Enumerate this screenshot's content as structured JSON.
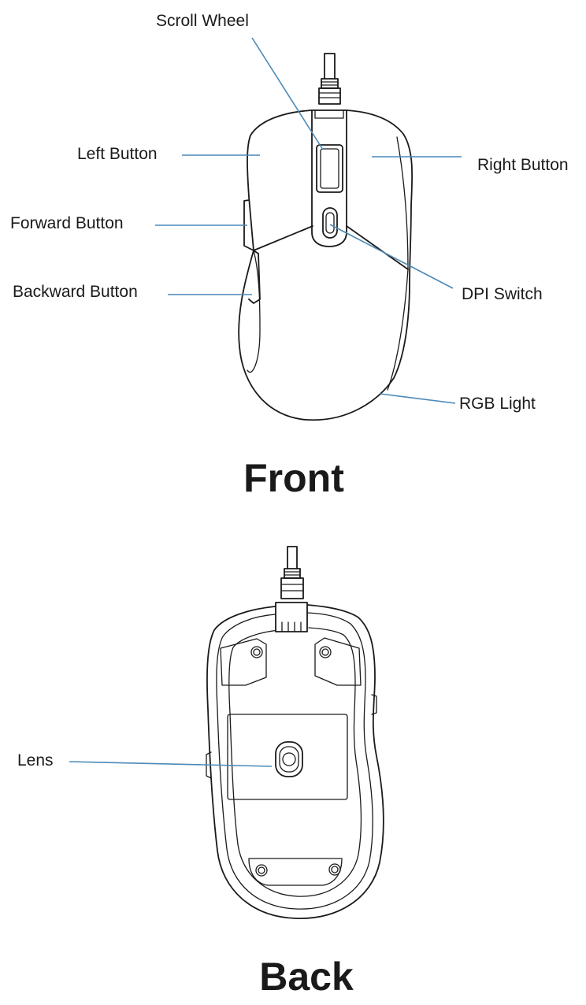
{
  "front": {
    "heading": "Front",
    "labels": {
      "scroll_wheel": "Scroll Wheel",
      "left_button": "Left Button",
      "right_button": "Right Button",
      "forward_button": "Forward Button",
      "backward_button": "Backward Button",
      "dpi_switch": "DPI Switch",
      "rgb_light": "RGB Light"
    }
  },
  "back": {
    "heading": "Back",
    "labels": {
      "lens": "Lens"
    }
  },
  "colors": {
    "leader_line": "#4a89b8",
    "outline": "#1a1a1a",
    "background": "#ffffff"
  }
}
